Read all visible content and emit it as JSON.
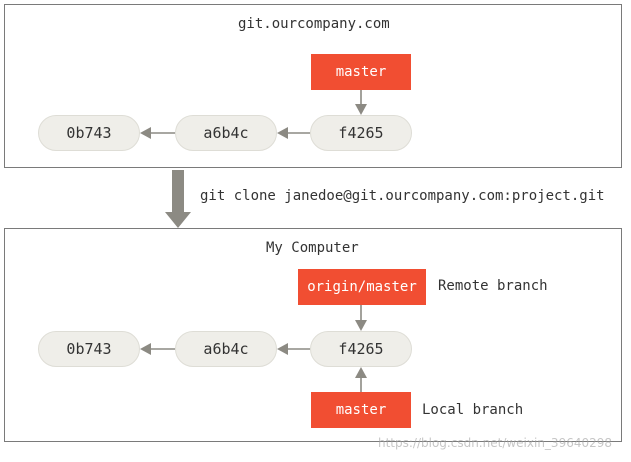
{
  "top": {
    "title": "git.ourcompany.com",
    "branch": "master",
    "commits": [
      "0b743",
      "a6b4c",
      "f4265"
    ]
  },
  "command": "git clone janedoe@git.ourcompany.com:project.git",
  "bottom": {
    "title": "My Computer",
    "remote_branch": "origin/master",
    "remote_branch_label": "Remote branch",
    "local_branch": "master",
    "local_branch_label": "Local branch",
    "commits": [
      "0b743",
      "a6b4c",
      "f4265"
    ]
  },
  "watermark": "https://blog.csdn.net/weixin_39640298",
  "colors": {
    "branch": "#f14e32",
    "commit_fill": "#efeee9",
    "arrow": "#8c8a83"
  }
}
